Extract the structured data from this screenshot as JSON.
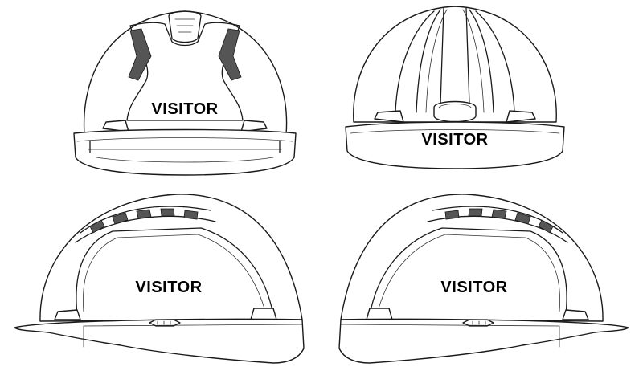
{
  "helmet_views": [
    {
      "view": "front",
      "label": "VISITOR"
    },
    {
      "view": "rear",
      "label": "VISITOR"
    },
    {
      "view": "left-side",
      "label": "VISITOR"
    },
    {
      "view": "right-side",
      "label": "VISITOR"
    }
  ],
  "colors": {
    "line": "#1a1a1a",
    "shell": "#ffffff",
    "text": "#000000"
  }
}
